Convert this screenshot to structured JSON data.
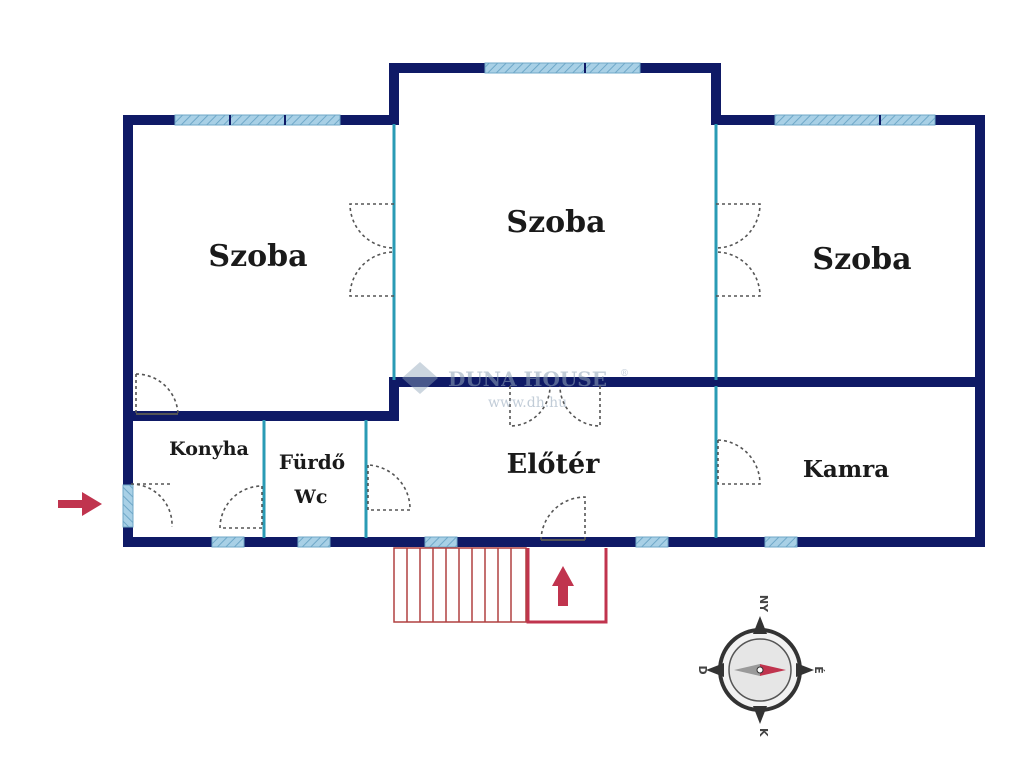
{
  "rooms": {
    "szoba_left": "Szoba",
    "szoba_middle": "Szoba",
    "szoba_right": "Szoba",
    "konyha": "Konyha",
    "furdo": "Fürdő",
    "wc": "Wc",
    "eloter": "Előtér",
    "kamra": "Kamra"
  },
  "watermark": {
    "brand": "DUNA HOUSE",
    "registered": "®",
    "url": "www.dh.hu"
  },
  "compass": {
    "north": "NY",
    "east": "É",
    "south": "K",
    "west": "D"
  },
  "colors": {
    "wall": "#0f1a66",
    "inner_wall": "#2a9bb5",
    "window": "#8ec3dc",
    "door": "#555555",
    "entrance": "#c0344e",
    "stairs": "#b04040"
  },
  "icons": {
    "entrance_arrow": "right-arrow-icon",
    "stairs_arrow": "up-arrow-icon",
    "compass": "compass-icon"
  }
}
